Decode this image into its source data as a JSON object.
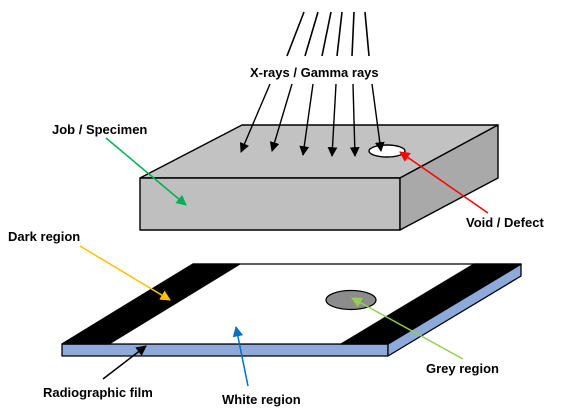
{
  "labels": {
    "rays": "X-rays / Gamma rays",
    "specimen": "Job / Specimen",
    "void": "Void / Defect",
    "dark": "Dark region",
    "film": "Radiographic film",
    "white": "White region",
    "grey": "Grey region"
  },
  "colors": {
    "specimen_top": "#c2c2c2",
    "specimen_front": "#bfbfbf",
    "specimen_side": "#a9a9a9",
    "film_edge": "#8eaadb",
    "dark_band": "#000000",
    "grey_spot": "#8c8c8c",
    "arrow_specimen": "#00b050",
    "arrow_void": "#ff0000",
    "arrow_dark": "#ffc000",
    "arrow_white": "#0070c0",
    "arrow_grey": "#92d050",
    "arrow_film": "#000000"
  }
}
